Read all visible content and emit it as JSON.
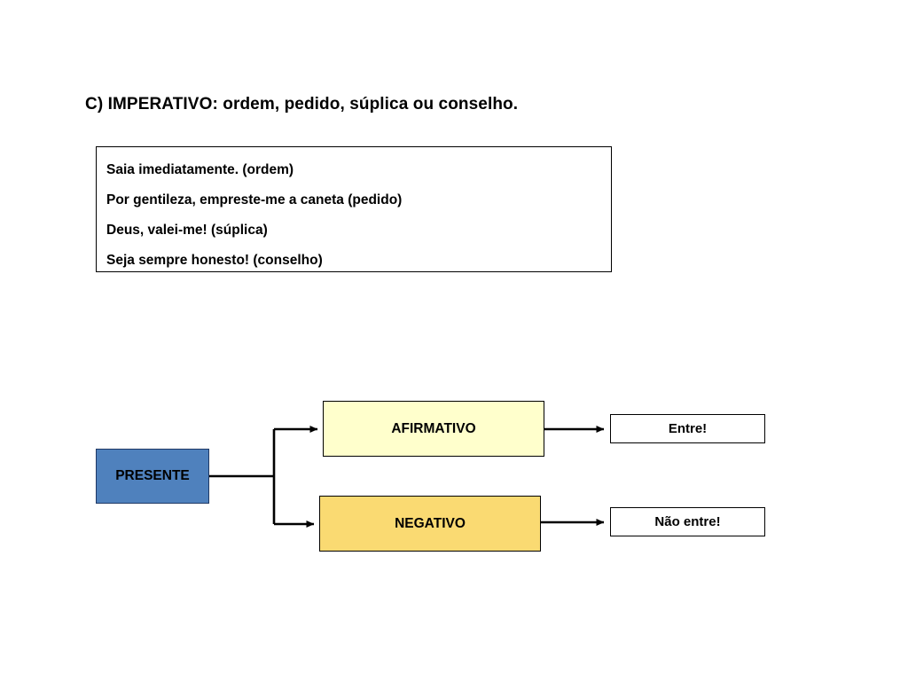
{
  "heading": "C) IMPERATIVO: ordem, pedido, súplica ou conselho.",
  "examples": [
    "Saia imediatamente. (ordem)",
    "Por gentileza, empreste-me a caneta (pedido)",
    "Deus, valei-me! (súplica)",
    "Seja sempre honesto! (conselho)"
  ],
  "diagram": {
    "root": "PRESENTE",
    "branches": [
      {
        "label": "AFIRMATIVO",
        "example": "Entre!"
      },
      {
        "label": "NEGATIVO",
        "example": "Não entre!"
      }
    ]
  },
  "colors": {
    "root_fill": "#4f81bd",
    "root_border": "#1f3864",
    "affirmative_fill": "#ffffcc",
    "negative_fill": "#fada72",
    "example_fill": "#ffffff",
    "line": "#000000",
    "background": "#ffffff",
    "text": "#000000"
  }
}
